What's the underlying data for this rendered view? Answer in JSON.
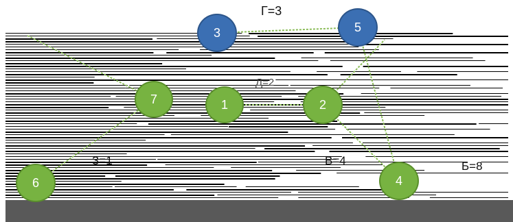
{
  "colors": {
    "node_green": "#77b341",
    "node_blue": "#3b6fb3",
    "edge": "#8cbd5a",
    "stripe": "#000000",
    "footer": "#595959"
  },
  "nodes": [
    {
      "id": "1",
      "label": "1",
      "color": "green"
    },
    {
      "id": "2",
      "label": "2",
      "color": "green"
    },
    {
      "id": "3",
      "label": "3",
      "color": "blue"
    },
    {
      "id": "4",
      "label": "4",
      "color": "green"
    },
    {
      "id": "5",
      "label": "5",
      "color": "blue"
    },
    {
      "id": "6",
      "label": "6",
      "color": "green"
    },
    {
      "id": "7",
      "label": "7",
      "color": "green"
    }
  ],
  "edges": [
    {
      "from": "1",
      "to": "2",
      "label": "Д=2"
    },
    {
      "from": "3",
      "to": "5",
      "label": "Г=3"
    },
    {
      "from": "6",
      "to": "7",
      "label": "З=1"
    },
    {
      "from": "2",
      "to": "4",
      "label": "В=4"
    },
    {
      "from": "4",
      "to": "5",
      "label": "Б=8"
    }
  ]
}
